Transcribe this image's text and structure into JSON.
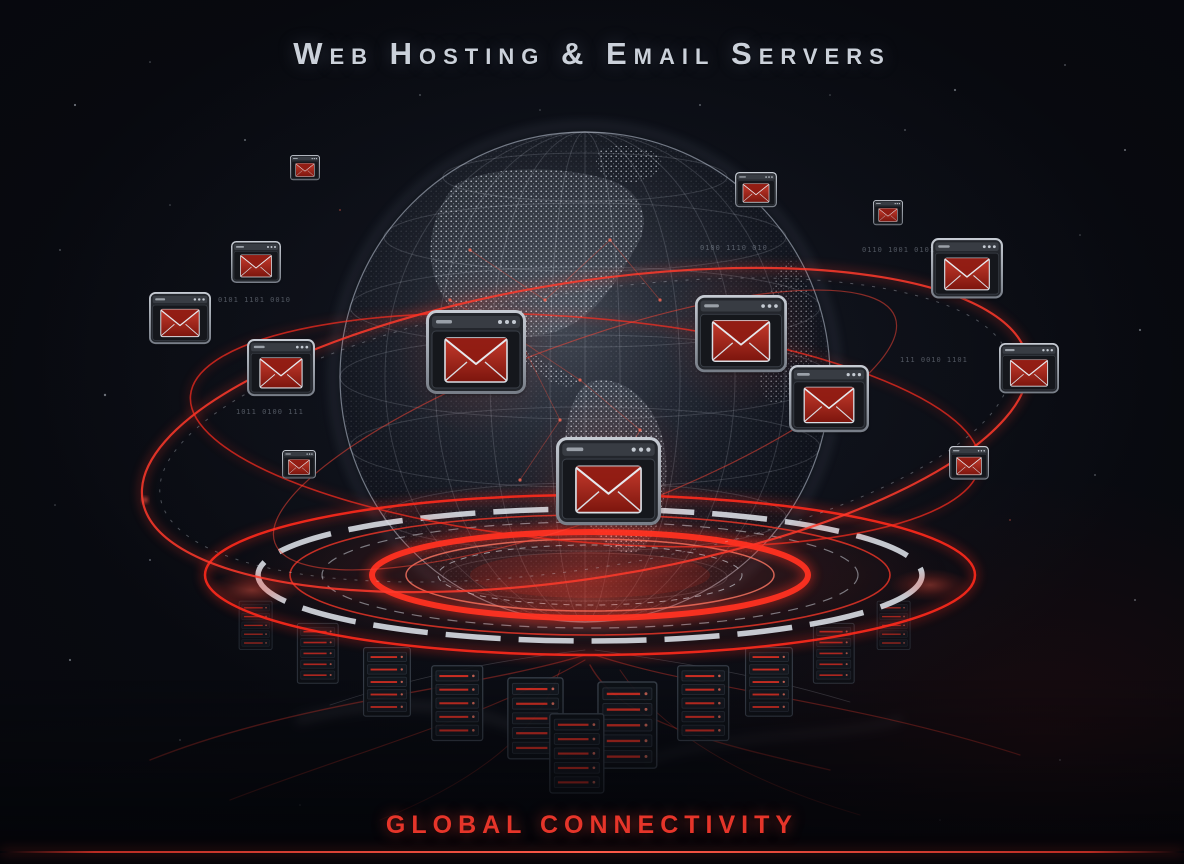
{
  "header": {
    "title": "Web Hosting & Email Servers"
  },
  "footer": {
    "title": "GLOBAL CONNECTIVITY"
  },
  "colors": {
    "background": "#06070c",
    "accent_red": "#e6352a",
    "envelope_red": "#b3261c",
    "title_text": "#cbd1da",
    "wireframe_white": "#d9e0ea"
  },
  "icons": {
    "email_card": "email-window-icon",
    "email_glyph": "✉",
    "server_rack": "server-rack-icon",
    "globe": "wireframe-globe"
  },
  "decor": {
    "glyphs": [
      "0101 1101 0010",
      "1011 0100 111",
      "0110 1001 0101",
      "111 0010 1101",
      "0100 1110 010"
    ]
  }
}
